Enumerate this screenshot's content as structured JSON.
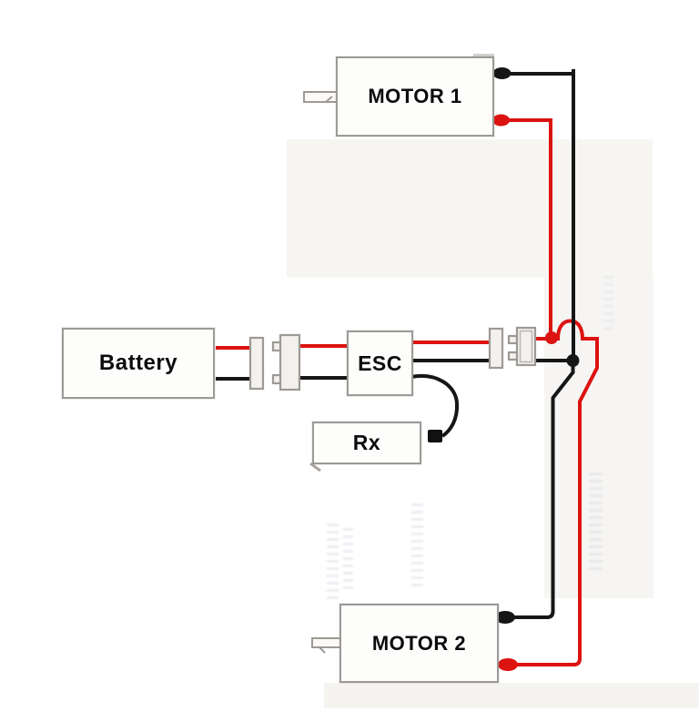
{
  "diagram": {
    "type": "wiring-diagram",
    "components": {
      "motor1": {
        "label": "MOTOR 1"
      },
      "motor2": {
        "label": "MOTOR 2"
      },
      "battery": {
        "label": "Battery"
      },
      "esc": {
        "label": "ESC"
      },
      "rx": {
        "label": "Rx"
      }
    },
    "connections": [
      {
        "from": "Battery",
        "to": "ESC",
        "wires": [
          "red (+)",
          "black (-)"
        ],
        "via": "plug connector pair"
      },
      {
        "from": "ESC",
        "to": "junction dots",
        "wires": [
          "red (+)",
          "black (-)"
        ],
        "via": "plug connector pair"
      },
      {
        "from": "junction dots",
        "to": "MOTOR 1",
        "wires": [
          "red (+)",
          "black (-)"
        ]
      },
      {
        "from": "junction dots",
        "to": "MOTOR 2",
        "wires": [
          "red (+)",
          "black (-)"
        ],
        "note": "motors wired in parallel; red wire hops over black line"
      },
      {
        "from": "ESC",
        "to": "Rx",
        "wires": [
          "black servo lead with plug"
        ]
      }
    ],
    "colors": {
      "positive_wire": "#dc1310",
      "negative_wire": "#161616",
      "box_border": "#9d9a96",
      "box_fill": "#fdfdfc",
      "connector_fill": "#f3f1ee",
      "background": "#ffffff",
      "label_text": "#0c0c0c"
    }
  }
}
